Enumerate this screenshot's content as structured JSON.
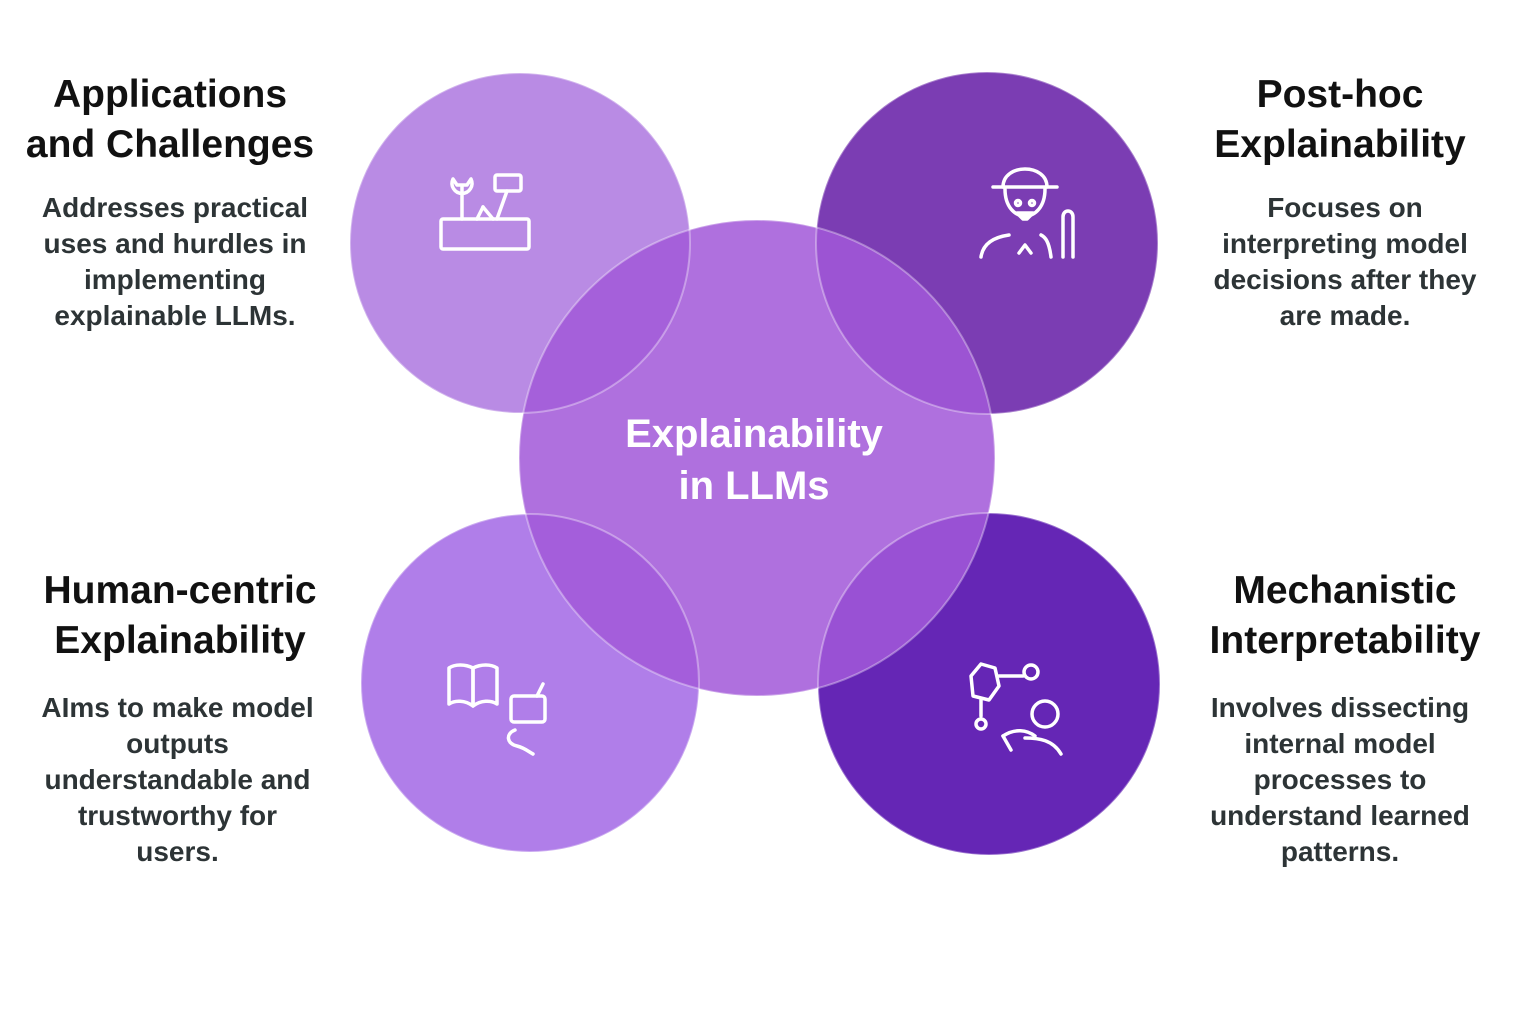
{
  "center": {
    "title": "Explainability\nin LLMs",
    "color": "#A259D9"
  },
  "topics": {
    "applications": {
      "title": "Applications\nand Challenges",
      "description": "Addresses practical\nuses and hurdles in\nimplementing\nexplainable LLMs.",
      "icon": "toolbox-icon",
      "color": "#B98BE4"
    },
    "posthoc": {
      "title": "Post-hoc\nExplainability",
      "description": "Focuses on\ninterpreting model\ndecisions after they\nare made.",
      "icon": "person-with-hat-icon",
      "color": "#7B3DB3"
    },
    "human": {
      "title": "Human-centric\nExplainability",
      "description": "AIms to make model\noutputs\nunderstandable and\ntrustworthy for\nusers.",
      "icon": "book-and-chat-icon",
      "color": "#B07EE9"
    },
    "mechanistic": {
      "title": "Mechanistic\nInterpretability",
      "description": "Involves dissecting\ninternal model\nprocesses to\nunderstand learned\npatterns.",
      "icon": "network-analysis-icon",
      "color": "#6526B5"
    }
  }
}
